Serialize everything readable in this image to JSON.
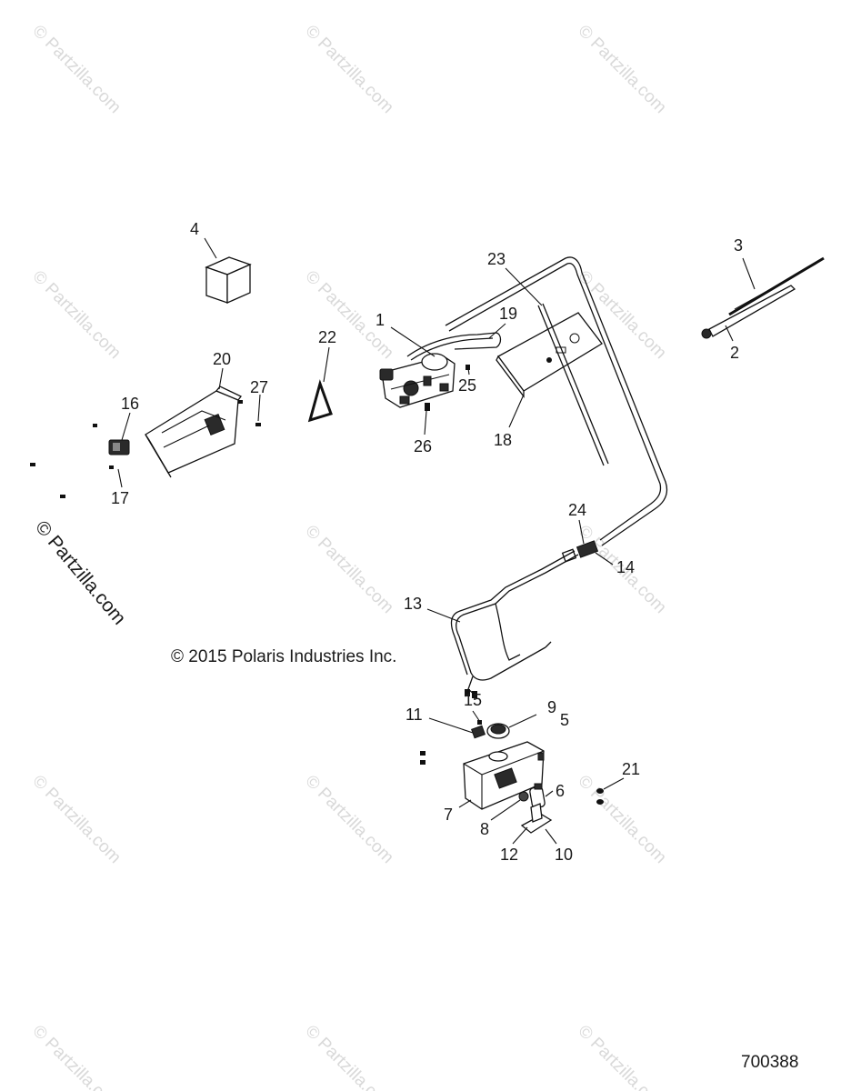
{
  "watermark": {
    "text": "© Partzilla.com",
    "color": "#d9d9d9"
  },
  "side_watermark": "© Partzilla.com",
  "copyright": "© 2015 Polaris Industries Inc.",
  "diagram_id": "700388",
  "callouts": {
    "c1": "1",
    "c2": "2",
    "c3": "3",
    "c4": "4",
    "c5": "5",
    "c6": "6",
    "c7": "7",
    "c8": "8",
    "c9": "9",
    "c10": "10",
    "c11": "11",
    "c12": "12",
    "c13": "13",
    "c14": "14",
    "c15": "15",
    "c16": "16",
    "c17": "17",
    "c18": "18",
    "c19": "19",
    "c20": "20",
    "c21": "21",
    "c22": "22",
    "c23": "23",
    "c24": "24",
    "c25": "25",
    "c26": "26",
    "c27": "27"
  }
}
